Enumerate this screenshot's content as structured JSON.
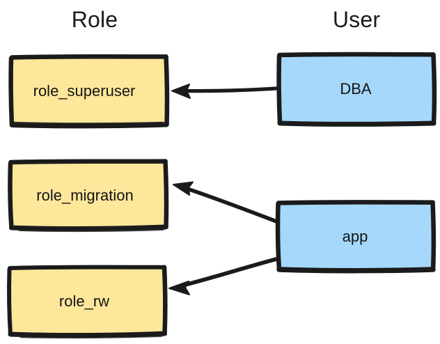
{
  "diagram": {
    "title_role": "Role",
    "title_user": "User",
    "style": "hand-drawn-sketch",
    "colors": {
      "role_fill": "#fce79b",
      "user_fill": "#a5d8fb",
      "stroke": "#1b1b1b",
      "text": "#141414",
      "background": "#ffffff"
    },
    "columns": [
      {
        "id": "role-column",
        "label": "Role"
      },
      {
        "id": "user-column",
        "label": "User"
      }
    ],
    "nodes": [
      {
        "id": "role_superuser",
        "label": "role_superuser",
        "kind": "role",
        "fill": "#fce79b"
      },
      {
        "id": "role_migration",
        "label": "role_migration",
        "kind": "role",
        "fill": "#fce79b"
      },
      {
        "id": "role_rw",
        "label": "role_rw",
        "kind": "role",
        "fill": "#fce79b"
      },
      {
        "id": "dba",
        "label": "DBA",
        "kind": "user",
        "fill": "#a5d8fb"
      },
      {
        "id": "app",
        "label": "app",
        "kind": "user",
        "fill": "#a5d8fb"
      }
    ],
    "edges": [
      {
        "id": "dba-to-role-superuser",
        "from": "dba",
        "to": "role_superuser",
        "label": "",
        "direction": "left"
      },
      {
        "id": "app-to-role-migration",
        "from": "app",
        "to": "role_migration",
        "label": "",
        "direction": "up-left"
      },
      {
        "id": "app-to-role-rw",
        "from": "app",
        "to": "role_rw",
        "label": "",
        "direction": "down-left"
      }
    ]
  }
}
